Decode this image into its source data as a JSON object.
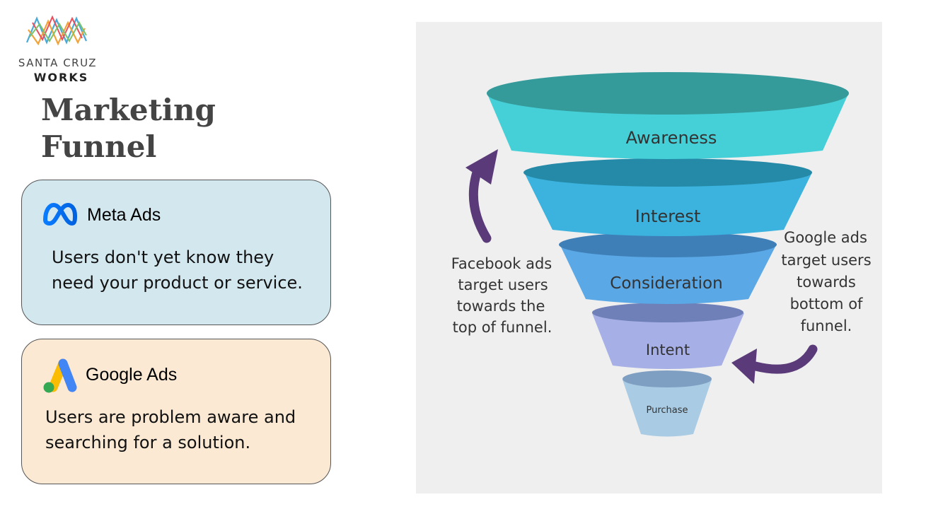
{
  "logo": {
    "line1": "SANTA CRUZ",
    "line2": "WORKS",
    "colors": [
      "#f2a33a",
      "#e84e5b",
      "#4aa9d6",
      "#7cc36b"
    ]
  },
  "title": {
    "line1": "Marketing",
    "line2": "Funnel"
  },
  "cards": {
    "meta": {
      "icon": "meta-logo-icon",
      "title": "Meta Ads",
      "body": "Users don't yet know they\nneed your product or service.",
      "background": "#d3e7ef"
    },
    "google": {
      "icon": "google-ads-logo-icon",
      "title": "Google Ads",
      "body": "Users are problem aware and\nsearching for a solution.",
      "background": "#fbe9d4"
    }
  },
  "funnel": {
    "stages": [
      {
        "label": "Awareness",
        "color": "#45d0d8"
      },
      {
        "label": "Interest",
        "color": "#3bb3de"
      },
      {
        "label": "Consideration",
        "color": "#5aa8e6"
      },
      {
        "label": "Intent",
        "color": "#a6b0e6"
      },
      {
        "label": "Purchase",
        "color": "#a9cbe3"
      }
    ],
    "left_note": [
      "Facebook ads",
      "target users",
      "towards the",
      "top of funnel."
    ],
    "right_note": [
      "Google ads",
      "target users",
      "towards",
      "bottom of",
      "funnel."
    ],
    "arrow_color": "#5a3a78"
  }
}
